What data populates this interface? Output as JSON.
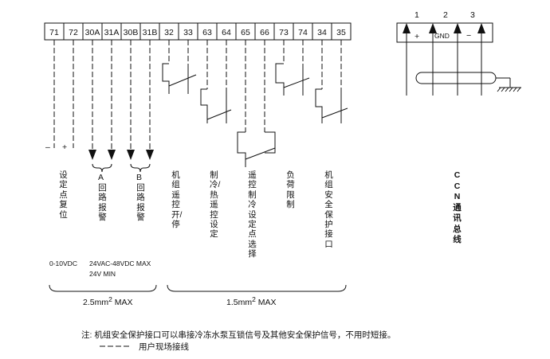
{
  "terminals": [
    "71",
    "72",
    "30A",
    "31A",
    "30B",
    "31B",
    "32",
    "33",
    "63",
    "64",
    "65",
    "66",
    "73",
    "74",
    "34",
    "35"
  ],
  "comm": {
    "numbers": [
      "1",
      "2",
      "3"
    ],
    "cells": [
      "+",
      "GND",
      "−"
    ],
    "label": "CCN通讯总线"
  },
  "signs": {
    "minus": "–",
    "plus": "+"
  },
  "group_letters": {
    "a": "A",
    "b": "B"
  },
  "labels": {
    "reset": "设定点复位",
    "alarm_a": "回路报警",
    "alarm_b": "回路报警",
    "onoff": "机组遥控开/停",
    "cool_heat": "制冷/热遥控设定",
    "setpoint_sel": "遥控制冷设定点选择",
    "load_limit": "负荷限制",
    "safety": "机组安全保护接口"
  },
  "specs": {
    "vdc": "0-10VDC",
    "vac": "24VAC-48VDC MAX",
    "vmin": "24V MIN"
  },
  "wire_sizes": {
    "left": {
      "text": "2.5mm",
      "sup": "2",
      "tail": " MAX"
    },
    "right": {
      "text": "1.5mm",
      "sup": "2",
      "tail": " MAX"
    }
  },
  "note": {
    "line1": "注:  机组安全保护接口可以串接冷冻水泵互锁信号及其他安全保护信号，不用时短接。",
    "line2": "用户现场接线"
  }
}
